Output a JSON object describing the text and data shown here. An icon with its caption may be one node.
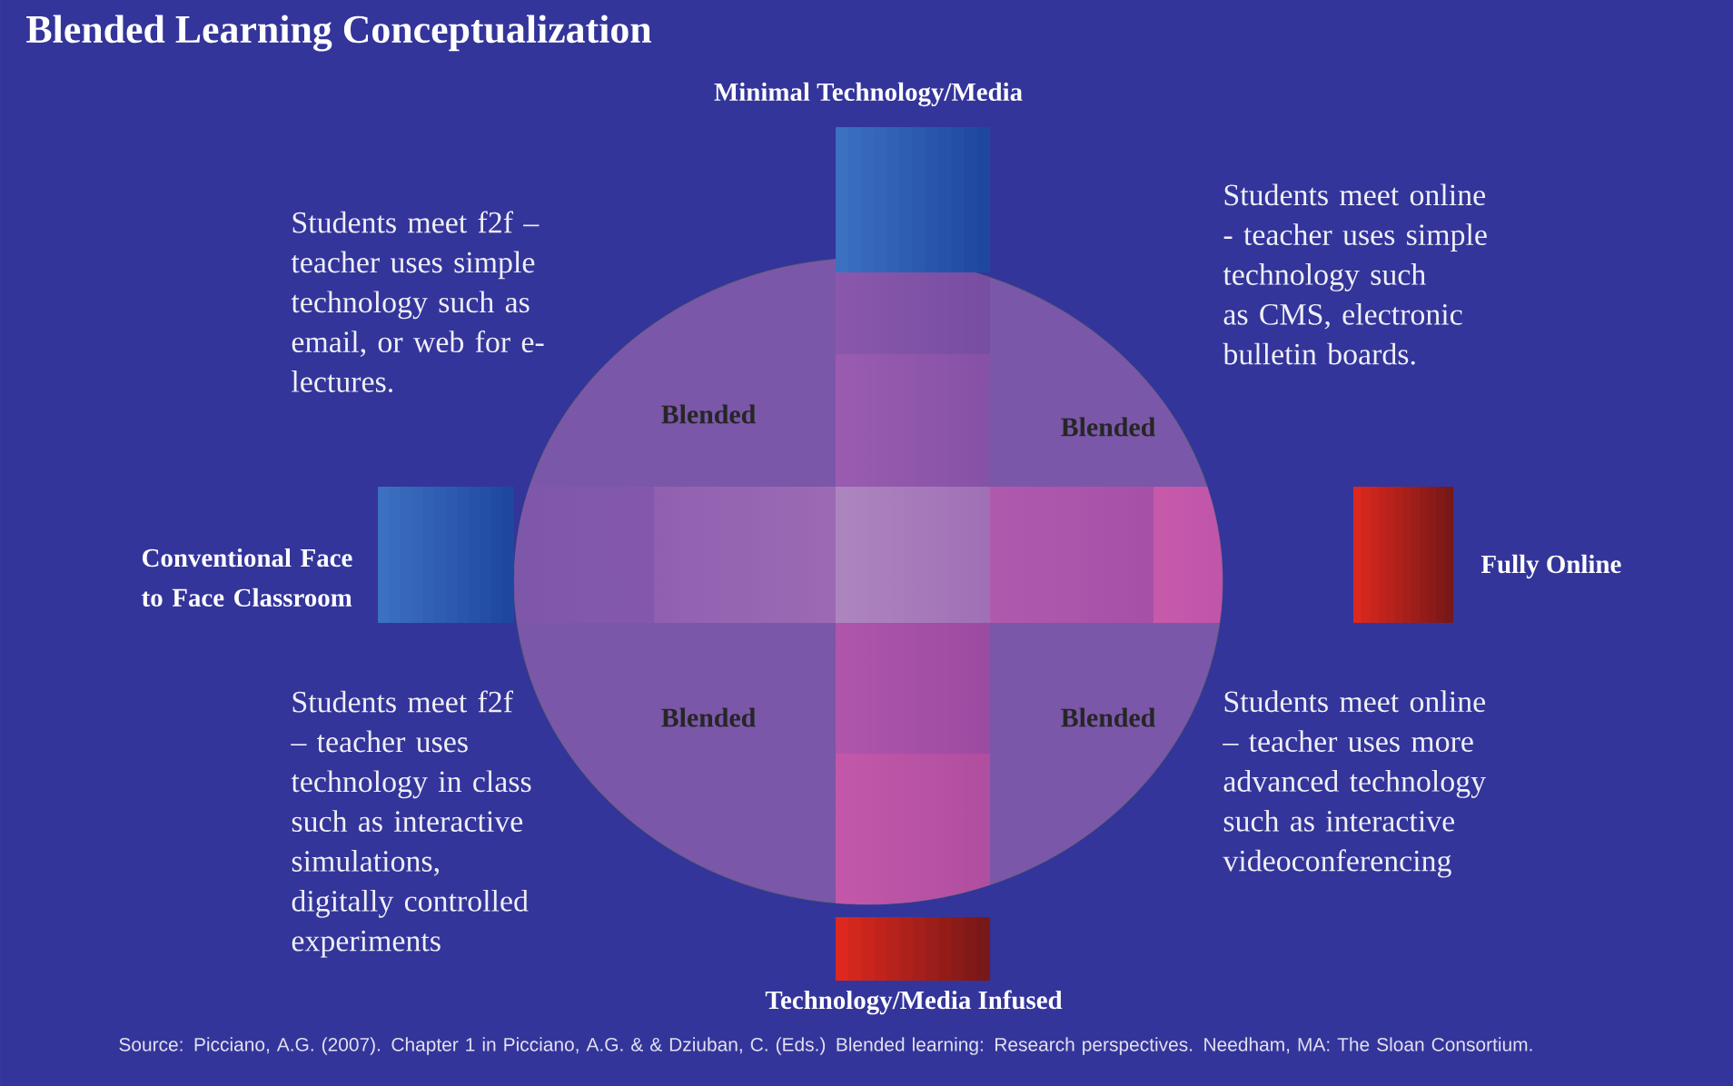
{
  "diagram": {
    "title": "Blended Learning Conceptualization",
    "caption": "Source: Picciano, A.G. (2007). Chapter 1 in Picciano, A.G. & & Dziuban, C. (Eds.) Blended learning: Research perspectives. Needham, MA: The Sloan Consortium.",
    "nodes": [
      {
        "text": [
          "Blended",
          "Blended",
          "Blended",
          "Blended"
        ]
      },
      {
        "text": [],
        "shape": "box",
        "beside": [
          "Minimal Technology/Media"
        ]
      },
      {
        "text": [],
        "shape": "box",
        "beside": [
          "Conventional Face to Face Classroom"
        ]
      },
      {
        "text": [],
        "shape": "box",
        "beside": [
          "Fully Online"
        ]
      },
      {
        "text": [],
        "shape": "box",
        "beside": [
          "Technology/Media Infused"
        ]
      }
    ],
    "labels": [
      "Students meet f2f – teacher uses simple technology such as email, or web for e-lectures.",
      "Students meet online - teacher uses simple technology such as CMS, electronic bulletin boards.",
      "Students meet f2f – teacher uses technology in class such as interactive simulations, digitally controlled experiments",
      "Students meet online – teacher uses more advanced technology such as interactive videoconferencing"
    ]
  }
}
